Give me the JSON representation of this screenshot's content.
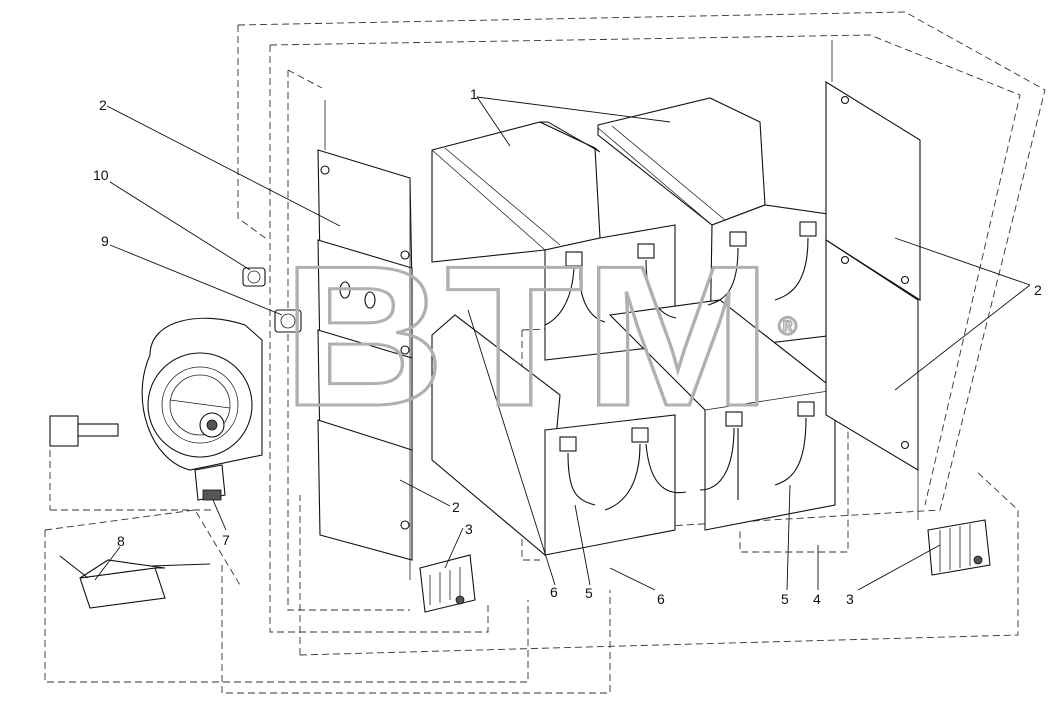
{
  "watermark": {
    "text": "BTM",
    "registered": "®"
  },
  "callouts": {
    "c1": "1",
    "c2_top": "2",
    "c2_right": "2",
    "c2_bottom": "2",
    "c3_center": "3",
    "c3_right": "3",
    "c4": "4",
    "c5_left": "5",
    "c5_right": "5",
    "c6_left": "6",
    "c6_right": "6",
    "c7": "7",
    "c8": "8",
    "c9": "9",
    "c10": "10"
  }
}
